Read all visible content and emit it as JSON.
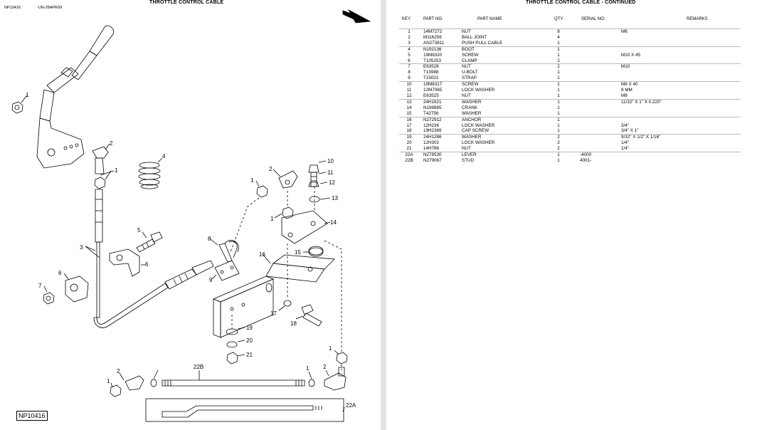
{
  "left_page": {
    "title": "THROTTLE CONTROL CABLE",
    "code": "NP10416",
    "ref": "-UN-28APR99",
    "box_label": "NP10416",
    "callouts": [
      "1",
      "2",
      "1",
      "4",
      "3",
      "5",
      "6",
      "6",
      "7",
      "8",
      "9",
      "16",
      "15",
      "2",
      "1",
      "1",
      "10",
      "11",
      "12",
      "13",
      "14",
      "17",
      "18",
      "19",
      "20",
      "21",
      "1",
      "2",
      "1",
      "22B",
      "1",
      "2",
      "22A"
    ]
  },
  "right_page": {
    "title": "THROTTLE CONTROL CABLE - CONTINUED",
    "headers": {
      "key": "KEY",
      "part_no": "PART NO.",
      "part_name": "PART NAME",
      "qty": "QTY",
      "serial_no": "SERIAL NO.",
      "remarks": "REMARKS"
    },
    "rows": [
      {
        "key": "1",
        "part_no": "14M7272",
        "part_name": "NUT",
        "qty": "8",
        "serial": "",
        "remarks": "M6",
        "group": true
      },
      {
        "key": "2",
        "part_no": "M116256",
        "part_name": "BALL JOINT",
        "qty": "4",
        "serial": "",
        "remarks": "",
        "group": false
      },
      {
        "key": "3",
        "part_no": "AN273811",
        "part_name": "PUSH PULL CABLE",
        "qty": "1",
        "serial": "",
        "remarks": "",
        "group": false
      },
      {
        "key": "4",
        "part_no": "N192136",
        "part_name": "BOOT",
        "qty": "1",
        "serial": "",
        "remarks": "",
        "group": true
      },
      {
        "key": "5",
        "part_no": "19M8320",
        "part_name": "SCREW",
        "qty": "1",
        "serial": "",
        "remarks": "M10 X 45",
        "group": false
      },
      {
        "key": "6",
        "part_no": "T105253",
        "part_name": "CLAMP",
        "qty": "2",
        "serial": "",
        "remarks": "",
        "group": false
      },
      {
        "key": "7",
        "part_no": "E63526",
        "part_name": "NUT",
        "qty": "2",
        "serial": "",
        "remarks": "M10",
        "group": true
      },
      {
        "key": "8",
        "part_no": "T13988",
        "part_name": "U-BOLT",
        "qty": "1",
        "serial": "",
        "remarks": "",
        "group": false
      },
      {
        "key": "9",
        "part_no": "T15021",
        "part_name": "STRAP",
        "qty": "1",
        "serial": "",
        "remarks": "",
        "group": false
      },
      {
        "key": "10",
        "part_no": "19M8317",
        "part_name": "SCREW",
        "qty": "1",
        "serial": "",
        "remarks": "M8 X 40",
        "group": true
      },
      {
        "key": "11",
        "part_no": "12M7065",
        "part_name": "LOCK WASHER",
        "qty": "1",
        "serial": "",
        "remarks": "8 MM",
        "group": false
      },
      {
        "key": "12",
        "part_no": "E63525",
        "part_name": "NUT",
        "qty": "1",
        "serial": "",
        "remarks": "M8",
        "group": false
      },
      {
        "key": "13",
        "part_no": "24H1621",
        "part_name": "WASHER",
        "qty": "1",
        "serial": "",
        "remarks": "11/32\" X 1\" X 0.220\"",
        "group": true
      },
      {
        "key": "14",
        "part_no": "N199865",
        "part_name": "CRANK",
        "qty": "1",
        "serial": "",
        "remarks": "",
        "group": false
      },
      {
        "key": "15",
        "part_no": "T42756",
        "part_name": "WASHER",
        "qty": "1",
        "serial": "",
        "remarks": "",
        "group": false
      },
      {
        "key": "16",
        "part_no": "N272912",
        "part_name": "ANCHOR",
        "qty": "1",
        "serial": "",
        "remarks": "",
        "group": true
      },
      {
        "key": "17",
        "part_no": "12H236",
        "part_name": "LOCK WASHER",
        "qty": "1",
        "serial": "",
        "remarks": "3/4\"",
        "group": false
      },
      {
        "key": "18",
        "part_no": "19H2369",
        "part_name": "CAP SCREW",
        "qty": "1",
        "serial": "",
        "remarks": "3/4\" X 1\"",
        "group": false
      },
      {
        "key": "19",
        "part_no": "24H1286",
        "part_name": "WASHER",
        "qty": "2",
        "serial": "",
        "remarks": "9/32\" X 1/2\" X 1/16\"",
        "group": true
      },
      {
        "key": "20",
        "part_no": "12H302",
        "part_name": "LOCK WASHER",
        "qty": "2",
        "serial": "",
        "remarks": "1/4\"",
        "group": false
      },
      {
        "key": "21",
        "part_no": "14H786",
        "part_name": "NUT",
        "qty": "2",
        "serial": "",
        "remarks": "1/4\"",
        "group": false
      },
      {
        "key": "22A",
        "part_no": "N278530",
        "part_name": "LEVER",
        "qty": "1",
        "serial": "-4000",
        "remarks": "",
        "group": true
      },
      {
        "key": "22B",
        "part_no": "N279067",
        "part_name": "STUD",
        "qty": "1",
        "serial": "4001-",
        "remarks": "",
        "group": false
      }
    ]
  }
}
